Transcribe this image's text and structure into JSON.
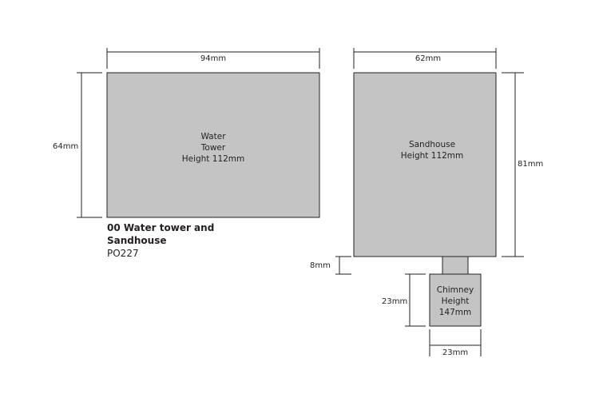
{
  "caption": {
    "title_line1": "00 Water tower and",
    "title_line2": "Sandhouse",
    "code": "PO227"
  },
  "water_tower": {
    "label_line1": "Water",
    "label_line2": "Tower",
    "label_line3": "Height 112mm",
    "width": "94mm",
    "depth": "64mm"
  },
  "sandhouse": {
    "label_line1": "Sandhouse",
    "label_line2": "Height 112mm",
    "width": "62mm",
    "depth": "81mm"
  },
  "connector": {
    "length": "8mm"
  },
  "chimney": {
    "label_line1": "Chimney",
    "label_line2": "Height",
    "label_line3": "147mm",
    "width": "23mm",
    "depth": "23mm"
  },
  "colors": {
    "fill": "#c4c4c4",
    "outline": "#231f20"
  }
}
